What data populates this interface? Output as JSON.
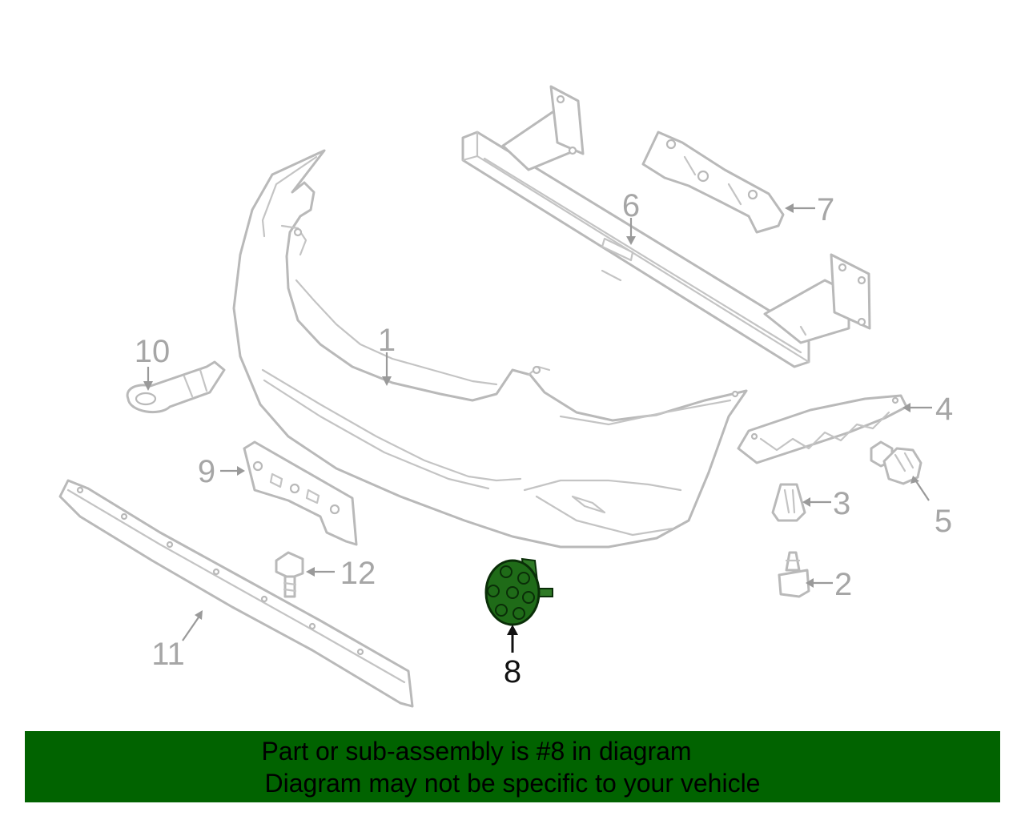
{
  "callouts": [
    {
      "id": "1",
      "label": "1",
      "highlighted": false
    },
    {
      "id": "2",
      "label": "2",
      "highlighted": false
    },
    {
      "id": "3",
      "label": "3",
      "highlighted": false
    },
    {
      "id": "4",
      "label": "4",
      "highlighted": false
    },
    {
      "id": "5",
      "label": "5",
      "highlighted": false
    },
    {
      "id": "6",
      "label": "6",
      "highlighted": false
    },
    {
      "id": "7",
      "label": "7",
      "highlighted": false
    },
    {
      "id": "8",
      "label": "8",
      "highlighted": true
    },
    {
      "id": "9",
      "label": "9",
      "highlighted": false
    },
    {
      "id": "10",
      "label": "10",
      "highlighted": false
    },
    {
      "id": "11",
      "label": "11",
      "highlighted": false
    },
    {
      "id": "12",
      "label": "12",
      "highlighted": false
    }
  ],
  "banner": {
    "line1": "Part or sub-assembly is #8 in diagram",
    "line2": "Diagram may not be specific to your vehicle",
    "background": "#016300"
  },
  "colors": {
    "highlight_part": "#1f6b18",
    "line_art": "#b9b9b9"
  }
}
